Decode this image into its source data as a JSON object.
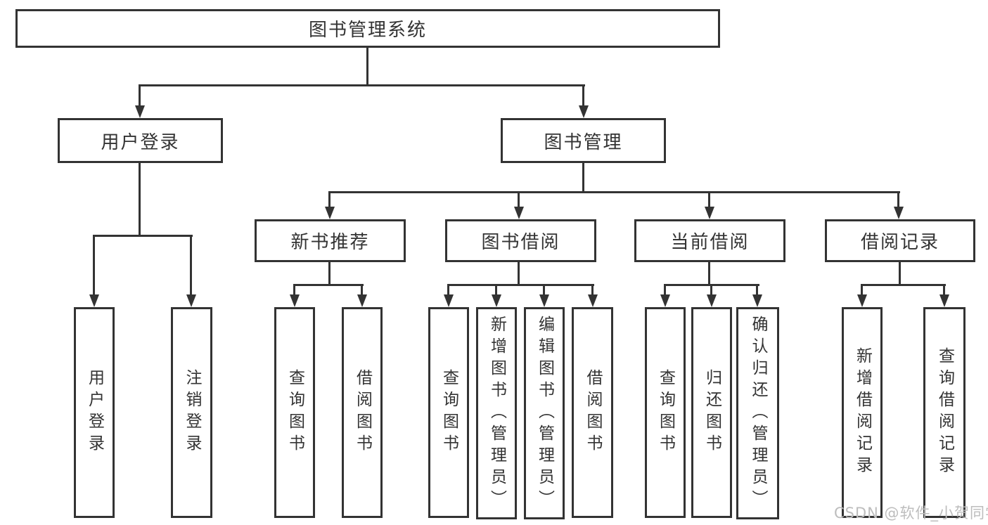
{
  "nodes": {
    "root": "图书管理系统",
    "level2": {
      "user_login": "用户登录",
      "book_mgmt": "图书管理"
    },
    "level3": {
      "new_book_rec": "新书推荐",
      "book_borrow": "图书借阅",
      "current_borrow": "当前借阅",
      "borrow_record": "借阅记录"
    },
    "leaves": {
      "user_login": [
        "用户登录",
        "注销登录"
      ],
      "new_book_rec": [
        "查询图书",
        "借阅图书"
      ],
      "book_borrow": [
        "查询图书",
        "新增图书（管理员）",
        "编辑图书（管理员）",
        "借阅图书"
      ],
      "current_borrow": [
        "查询图书",
        "归还图书",
        "确认归还（管理员）"
      ],
      "borrow_record": [
        "新增借阅记录",
        "查询借阅记录"
      ]
    }
  },
  "watermark": "CSDN @软件_小贺同学",
  "colors": {
    "line": "#333333",
    "text": "#333333",
    "watermark": "#bdbdbd",
    "background": "#ffffff"
  }
}
